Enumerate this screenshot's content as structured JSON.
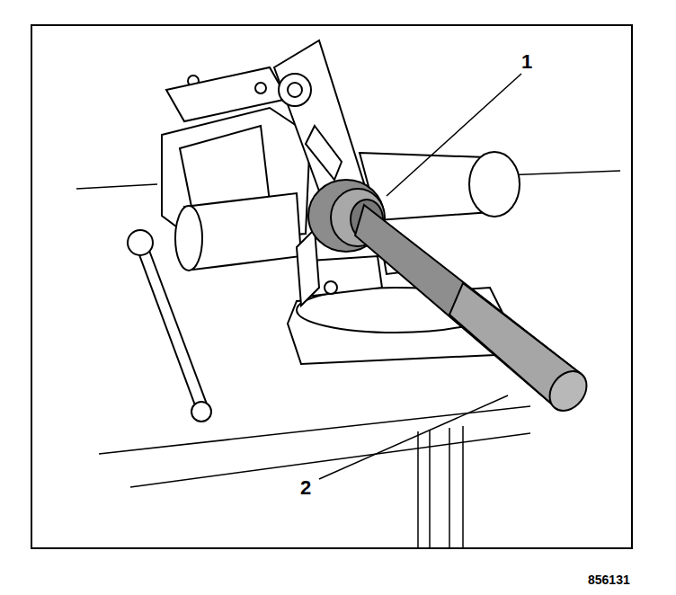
{
  "diagram": {
    "labels": [
      "1",
      "2",
      "856131"
    ]
  }
}
